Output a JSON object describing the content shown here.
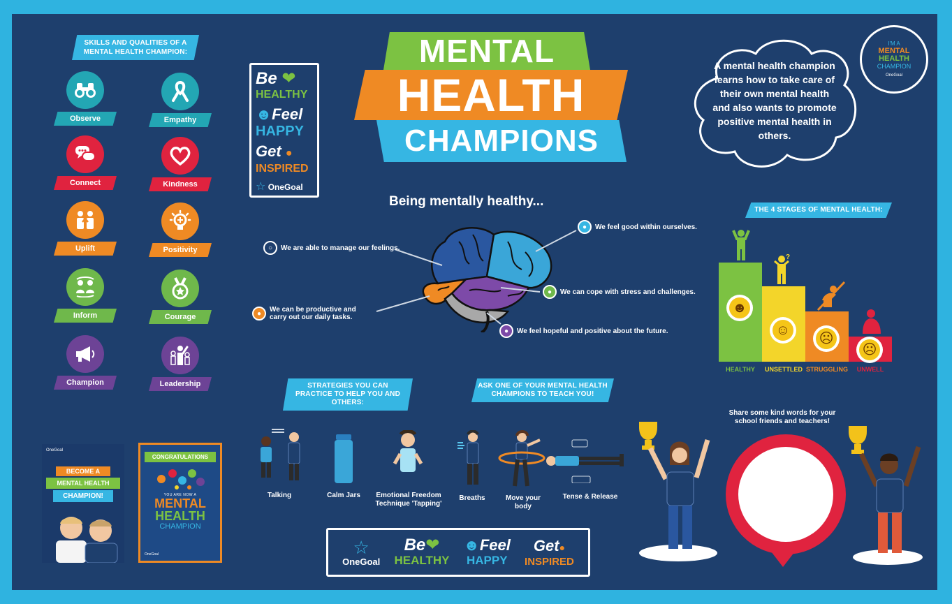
{
  "skills_header": "SKILLS AND QUALITIES OF A MENTAL HEALTH CHAMPION:",
  "skills": [
    {
      "label": "Observe",
      "icon": "binoculars-icon",
      "color": "#23a6b4"
    },
    {
      "label": "Empathy",
      "icon": "ribbon-icon",
      "color": "#23a6b4"
    },
    {
      "label": "Connect",
      "icon": "chat-bubbles-icon",
      "color": "#e0233f"
    },
    {
      "label": "Kindness",
      "icon": "heart-icon",
      "color": "#e0233f"
    },
    {
      "label": "Uplift",
      "icon": "people-uplift-icon",
      "color": "#ef8a24"
    },
    {
      "label": "Positivity",
      "icon": "lightbulb-icon",
      "color": "#ef8a24"
    },
    {
      "label": "Inform",
      "icon": "people-exchange-icon",
      "color": "#6fb84b"
    },
    {
      "label": "Courage",
      "icon": "medal-icon",
      "color": "#6fb84b"
    },
    {
      "label": "Champion",
      "icon": "megaphone-icon",
      "color": "#6d4396"
    },
    {
      "label": "Leadership",
      "icon": "leader-icon",
      "color": "#6d4396"
    }
  ],
  "slogan": {
    "be": "Be",
    "healthy": "HEALTHY",
    "feel": "Feel",
    "happy": "HAPPY",
    "get": "Get",
    "inspired": "INSPIRED",
    "brand": "OneGoal"
  },
  "title": {
    "line1": "MENTAL",
    "line2": "HEALTH",
    "line3": "CHAMPIONS"
  },
  "cloud_text": "A mental health champion learns how to take care of their own mental health and also wants to promote positive mental health in others.",
  "badge": {
    "line1": "I'M A",
    "line2": "MENTAL",
    "line3": "HEALTH",
    "line4": "CHAMPION",
    "brand": "OneGoal"
  },
  "being_title": "Being mentally healthy...",
  "feelings": [
    "We are able to manage our feelings.",
    "We feel good within ourselves.",
    "We can cope with stress and challenges.",
    "We can be productive and carry out our daily tasks.",
    "We feel hopeful and positive about the future."
  ],
  "stages_header": "THE 4 STAGES OF MENTAL HEALTH:",
  "stages": [
    {
      "label": "HEALTHY",
      "color": "#7cc242",
      "level": 4
    },
    {
      "label": "UNSETTLED",
      "color": "#f3d52a",
      "level": 3
    },
    {
      "label": "STRUGGLING",
      "color": "#ef8a24",
      "level": 2
    },
    {
      "label": "UNWELL",
      "color": "#e0233f",
      "level": 1
    }
  ],
  "strategies_header": "STRATEGIES YOU CAN PRACTICE TO HELP YOU AND OTHERS:",
  "ask_header": "ASK ONE OF YOUR MENTAL HEALTH CHAMPIONS TO TEACH YOU!",
  "strategies": [
    "Talking",
    "Calm Jars",
    "Emotional Freedom Technique 'Tapping'",
    "Breaths",
    "Move your body",
    "Tense & Release"
  ],
  "share_text": "Share some kind words for your school friends and teachers!",
  "poster1": {
    "line1": "BECOME A",
    "line2": "MENTAL HEALTH",
    "line3": "CHAMPION!",
    "brand": "OneGoal"
  },
  "poster2": {
    "header": "CONGRATULATIONS",
    "small": "YOU ARE NOW A",
    "line1": "MENTAL",
    "line2": "HEALTH",
    "line3": "CHAMPION",
    "brand": "OneGoal"
  },
  "colors": {
    "board": "#1e3f6d",
    "frame": "#2fb3e0",
    "green": "#7cc242",
    "orange": "#ef8a24",
    "blue": "#36b6e3"
  }
}
